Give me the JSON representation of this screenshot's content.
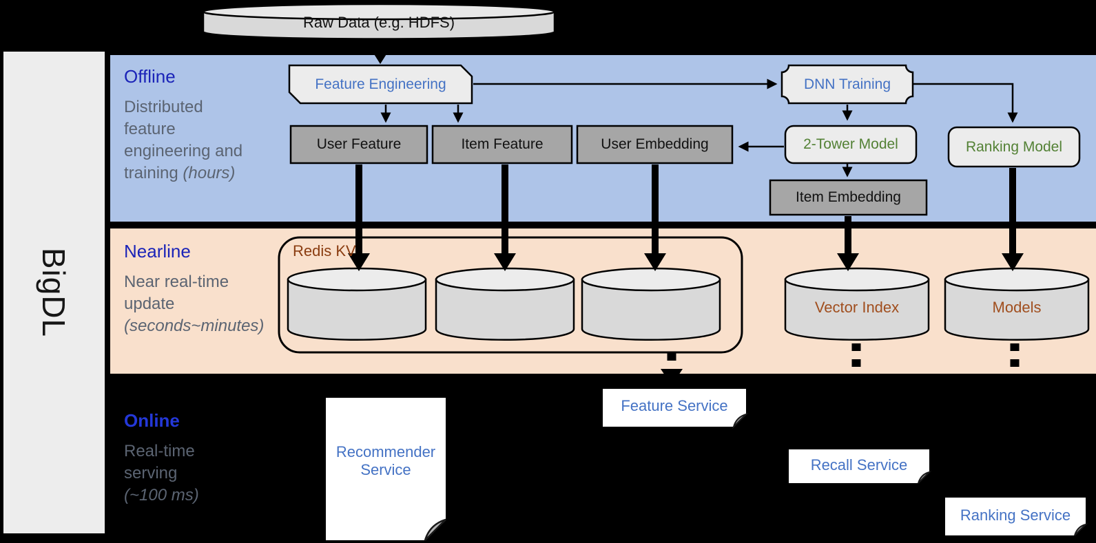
{
  "brand": {
    "name": "BigDL"
  },
  "data_source": {
    "raw_data": "Raw Data (e.g. HDFS)"
  },
  "sections": {
    "offline": {
      "title": "Offline",
      "description": "Distributed feature engineering and training",
      "note": "(hours)"
    },
    "nearline": {
      "title": "Nearline",
      "description": "Near real-time update",
      "note": "(seconds~minutes)"
    },
    "online": {
      "title": "Online",
      "description": "Real-time serving",
      "note": "(~100 ms)"
    }
  },
  "offline_nodes": {
    "feature_engineering": "Feature Engineering",
    "user_feature": "User Feature",
    "item_feature": "Item Feature",
    "user_embedding": "User Embedding",
    "dnn_training": "DNN Training",
    "two_tower_model": "2-Tower Model",
    "ranking_model": "Ranking Model",
    "item_embedding": "Item Embedding"
  },
  "nearline_nodes": {
    "redis_kv": "Redis KV",
    "vector_index": "Vector Index",
    "models": "Models"
  },
  "online_services": {
    "recommender_service": "Recommender Service",
    "feature_service": "Feature Service",
    "recall_service": "Recall Service",
    "ranking_service": "Ranking Service"
  },
  "colors": {
    "band_blue": "#aec4e8",
    "band_peach": "#f9e0cc",
    "box_gray": "#a6a6a6",
    "box_light": "#ececec",
    "accent_blue": "#4472c4",
    "accent_green": "#538135",
    "brown_dark": "#8a3c10",
    "brown_light": "#a04e1e",
    "title_blue": "#1b24b8",
    "desc_gray": "#5b6472"
  }
}
